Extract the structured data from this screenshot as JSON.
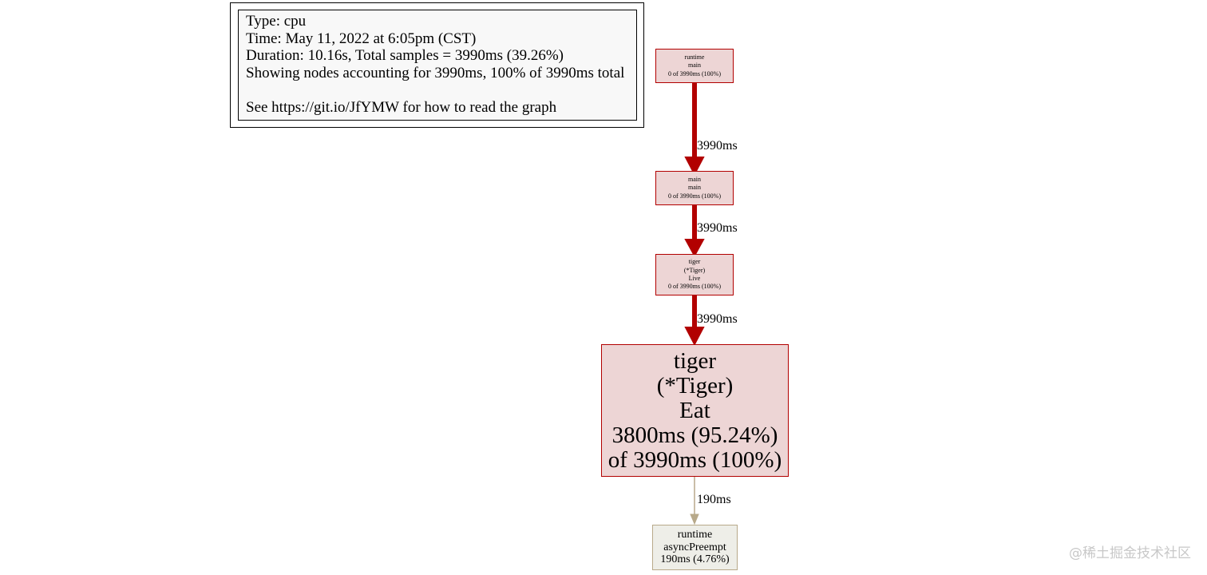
{
  "legend": {
    "type": "Type: cpu",
    "time": "Time: May 11, 2022 at 6:05pm (CST)",
    "duration": "Duration: 10.16s, Total samples = 3990ms (39.26%)",
    "showing": "Showing nodes accounting for 3990ms, 100% of 3990ms total",
    "help": "See https://git.io/JfYMW for how to read the graph"
  },
  "nodes": {
    "runtime_main": {
      "l1": "runtime",
      "l2": "main",
      "l3": "0 of 3990ms (100%)"
    },
    "main_main": {
      "l1": "main",
      "l2": "main",
      "l3": "0 of 3990ms (100%)"
    },
    "tiger_live": {
      "l1": "tiger",
      "l2": "(*Tiger)",
      "l3": "Live",
      "l4": "0 of 3990ms (100%)"
    },
    "tiger_eat": {
      "l1": "tiger",
      "l2": "(*Tiger)",
      "l3": "Eat",
      "l4": "3800ms (95.24%)",
      "l5": "of 3990ms (100%)"
    },
    "runtime_async": {
      "l1": "runtime",
      "l2": "asyncPreempt",
      "l3": "190ms (4.76%)"
    }
  },
  "edges": {
    "e1": "3990ms",
    "e2": "3990ms",
    "e3": "3990ms",
    "e4": "190ms"
  },
  "colors": {
    "hot_edge": "#b20000",
    "cool_edge": "#b8a98a",
    "hot_fill": "#edd5d5",
    "cool_fill": "#eeeee8"
  },
  "watermark": "@稀土掘金技术社区"
}
